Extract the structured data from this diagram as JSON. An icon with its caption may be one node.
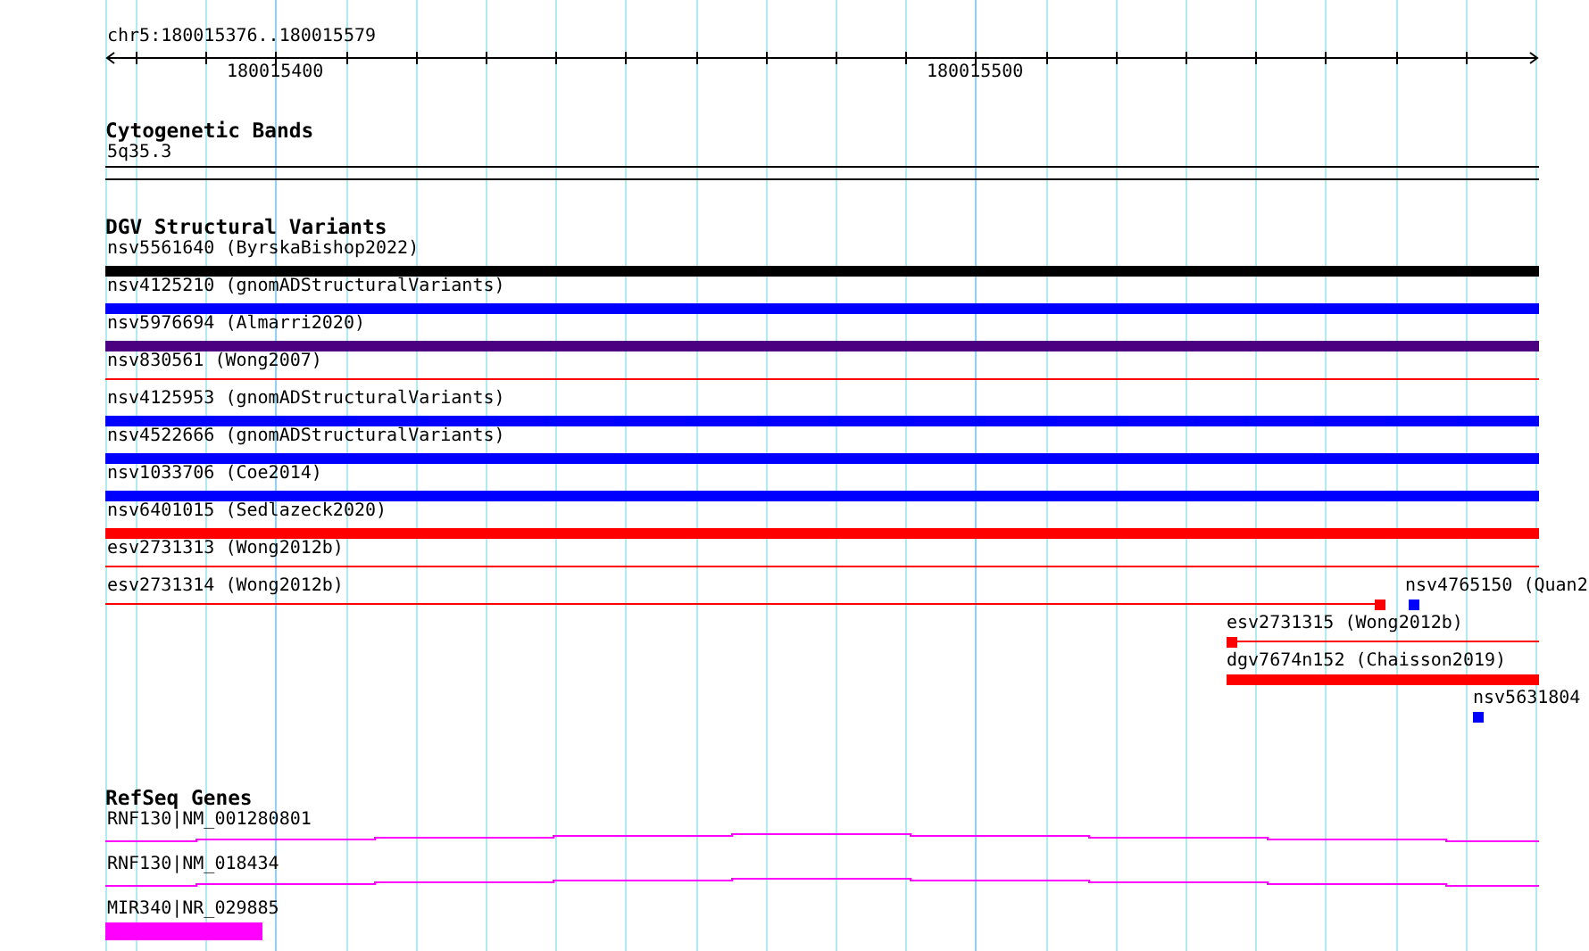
{
  "diagram": {
    "labels": [
      "chr5:180015376..180015579",
      "180015400",
      "180015500",
      "Cytogenetic Bands",
      "5q35.3",
      "DGV Structural Variants",
      "nsv5561640 (ByrskaBishop2022)",
      "nsv4125210 (gnomADStructuralVariants)",
      "nsv5976694 (Almarri2020)",
      "nsv830561 (Wong2007)",
      "nsv4125953 (gnomADStructuralVariants)",
      "nsv4522666 (gnomADStructuralVariants)",
      "nsv1033706 (Coe2014)",
      "nsv6401015 (Sedlazeck2020)",
      "esv2731313 (Wong2012b)",
      "esv2731314 (Wong2012b)",
      "nsv4765150 (Quan2",
      "esv2731315 (Wong2012b)",
      "dgv7674n152 (Chaisson2019)",
      "nsv5631804",
      "RefSeq Genes",
      "RNF130|NM_001280801",
      "RNF130|NM_018434",
      "MIR340|NR_029885"
    ]
  }
}
